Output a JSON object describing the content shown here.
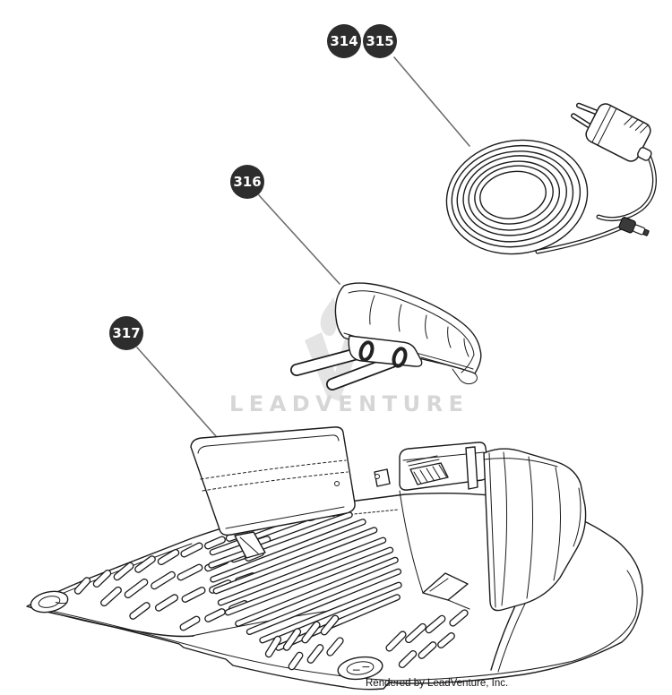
{
  "callouts": [
    {
      "label": "314"
    },
    {
      "label": "315"
    },
    {
      "label": "316"
    },
    {
      "label": "317"
    }
  ],
  "watermark": {
    "text": "LEADVENTURE"
  },
  "footer": {
    "text": "Rendered by LeadVenture, Inc."
  },
  "colors": {
    "callout_bg": "#2d2d2d",
    "callout_text": "#ffffff",
    "line_art": "#1b1b1b",
    "leader_line": "#6e6e6e",
    "watermark_text": "#d6d6d6",
    "watermark_flame": "#e4e4e4"
  }
}
